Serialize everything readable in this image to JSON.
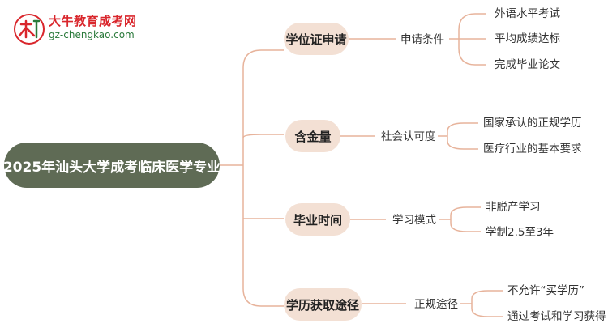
{
  "logo": {
    "icon_name": "university-logo-icon",
    "title": "大牛教育成考网",
    "url": "gz-chengkao.com"
  },
  "mindmap": {
    "root": "2025年汕头大学成考临床医学专业",
    "branches": [
      {
        "label": "学位证申请",
        "sub": "申请条件",
        "leaves": [
          "外语水平考试",
          "平均成绩达标",
          "完成毕业论文"
        ]
      },
      {
        "label": "含金量",
        "sub": "社会认可度",
        "leaves": [
          "国家承认的正规学历",
          "医疗行业的基本要求"
        ]
      },
      {
        "label": "毕业时间",
        "sub": "学习模式",
        "leaves": [
          "非脱产学习",
          "学制2.5至3年"
        ]
      },
      {
        "label": "学历获取途径",
        "sub": "正规途径",
        "leaves": [
          "不允许“买学历”",
          "通过考试和学习获得"
        ]
      }
    ]
  },
  "colors": {
    "root_bg": "#5f6b55",
    "branch_bg": "#f3e0d4",
    "connector": "#e7b39b",
    "logo_red": "#d9262c",
    "logo_green": "#2a7a3b"
  }
}
